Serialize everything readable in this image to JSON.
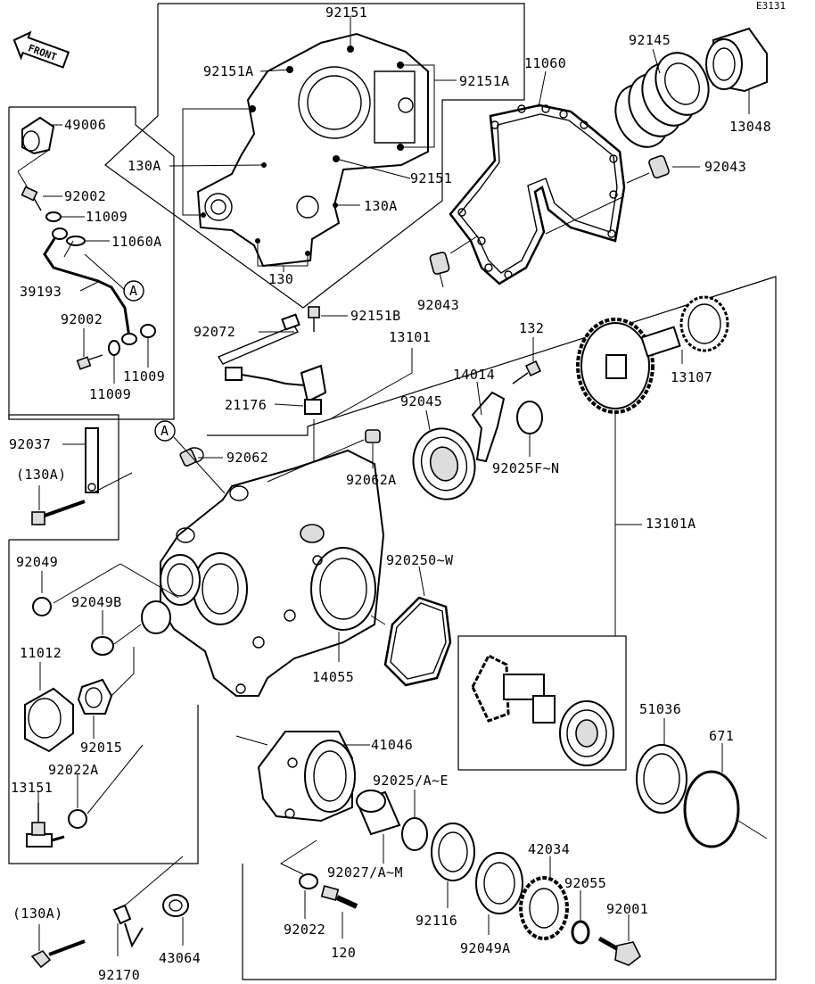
{
  "diagram": {
    "ref_code": "E3131",
    "front_tag": "FRONT",
    "callout": "A",
    "parts": {
      "p92151_top": "92151",
      "p92151A_left": "92151A",
      "p92151A_right": "92151A",
      "p130A_left": "130A",
      "p92151_mid": "92151",
      "p130A_right": "130A",
      "p130": "130",
      "p11060": "11060",
      "p92145": "92145",
      "p13048": "13048",
      "p92043_top": "92043",
      "p92043_mid": "92043",
      "p49006": "49006",
      "p92002_top": "92002",
      "p11009_top": "11009",
      "p11060A": "11060A",
      "p39193": "39193",
      "p92002_bot": "92002",
      "p11009_r": "11009",
      "p11009_b": "11009",
      "p92072": "92072",
      "p92151B": "92151B",
      "p13101": "13101",
      "p132": "132",
      "p13107": "13107",
      "p14014": "14014",
      "p92045": "92045",
      "p21176": "21176",
      "p92037": "92037",
      "p130A_paren_top": "(130A)",
      "p92062": "92062",
      "p92062A": "92062A",
      "p92025FN": "92025F~N",
      "p13101A": "13101A",
      "p92049": "92049",
      "p92025OW": "920250~W",
      "p92049B": "92049B",
      "p11012": "11012",
      "p14055": "14055",
      "p92015": "92015",
      "p51036": "51036",
      "p671": "671",
      "p41046": "41046",
      "p92022A": "92022A",
      "p13151": "13151",
      "p92025AE": "92025/A~E",
      "p92027AM": "92027/A~M",
      "p42034": "42034",
      "p92055": "92055",
      "p92001": "92001",
      "p130A_paren_bot": "(130A)",
      "p92022": "92022",
      "p92116": "92116",
      "p92049A": "92049A",
      "p120": "120",
      "p92170": "92170",
      "p43064": "43064"
    }
  }
}
